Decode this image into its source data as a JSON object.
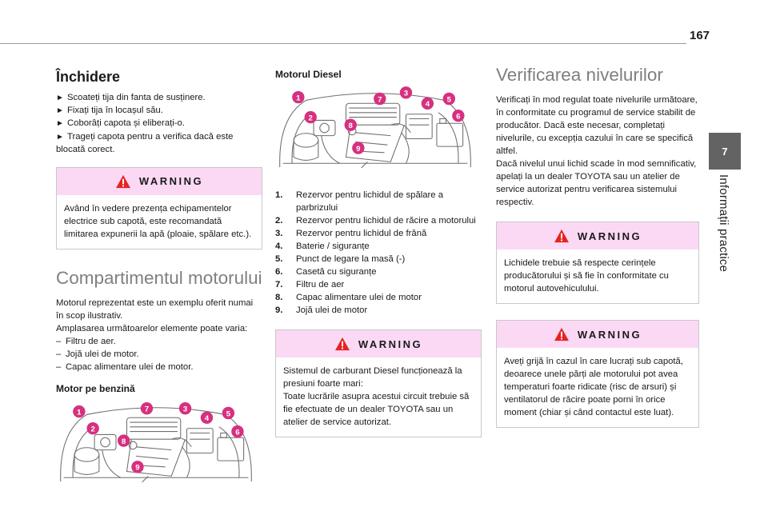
{
  "header": {
    "page_number": "167"
  },
  "side_tab": {
    "number": "7",
    "title": "Informații practice"
  },
  "closing": {
    "title": "Închidere",
    "steps": [
      "Scoateți tija din fanta de susținere.",
      "Fixați tija în locașul său.",
      "Coborâți capota și eliberați-o.",
      "Trageți capota pentru a verifica dacă este blocată corect."
    ],
    "warning_title": "WARNING",
    "warning_text": "Având în vedere prezența echipamentelor electrice sub capotă, este recomandată limitarea expunerii la apă (ploaie, spălare etc.)."
  },
  "engine_compartment": {
    "title": "Compartimentul motorului",
    "intro_1": "Motorul reprezentat este un exemplu oferit numai în scop ilustrativ.",
    "intro_2": "Amplasarea următoarelor elemente poate varia:",
    "variable_items": [
      "Filtru de aer.",
      "Jojă ulei de motor.",
      "Capac alimentare ulei de motor."
    ],
    "petrol_title": "Motor pe benzină",
    "diesel_title": "Motorul Diesel",
    "marker_labels": [
      "1",
      "2",
      "3",
      "4",
      "5",
      "6",
      "7",
      "8",
      "9"
    ],
    "parts": [
      {
        "n": "1.",
        "label": "Rezervor pentru lichidul de spălare a parbrizului"
      },
      {
        "n": "2.",
        "label": "Rezervor pentru lichidul de răcire a motorului"
      },
      {
        "n": "3.",
        "label": "Rezervor pentru lichidul de frână"
      },
      {
        "n": "4.",
        "label": "Baterie / siguranțe"
      },
      {
        "n": "5.",
        "label": "Punct de legare la masă (-)"
      },
      {
        "n": "6.",
        "label": "Casetă cu siguranțe"
      },
      {
        "n": "7.",
        "label": "Filtru de aer"
      },
      {
        "n": "8.",
        "label": "Capac alimentare ulei de motor"
      },
      {
        "n": "9.",
        "label": "Jojă ulei de motor"
      }
    ],
    "warning_title": "WARNING",
    "warning_text_1": "Sistemul de carburant Diesel funcționează la presiuni foarte mari:",
    "warning_text_2": "Toate lucrările asupra acestui circuit trebuie să fie efectuate de un dealer TOYOTA sau un atelier de service autorizat."
  },
  "levels": {
    "title": "Verificarea nivelurilor",
    "intro_1": "Verificați în mod regulat toate nivelurile următoare, în conformitate cu programul de service stabilit de producător. Dacă este necesar, completați nivelurile, cu excepția cazului în care se specifică altfel.",
    "intro_2": "Dacă nivelul unui lichid scade în mod semnificativ, apelați la un dealer TOYOTA sau un atelier de service autorizat pentru verificarea sistemului respectiv.",
    "warning_1_title": "WARNING",
    "warning_1_text": "Lichidele trebuie să respecte cerințele producătorului și să fie în conformitate cu motorul autovehiculului.",
    "warning_2_title": "WARNING",
    "warning_2_text": "Aveți grijă în cazul în care lucrați sub capotă, deoarece unele părți ale motorului pot avea temperaturi foarte ridicate (risc de arsuri) și ventilatorul de răcire poate porni în orice moment (chiar și când contactul este luat)."
  },
  "colors": {
    "warning_band": "#fbd9f5",
    "marker": "#d6307f",
    "heading_grey": "#7f7f7f",
    "tab": "#636363"
  }
}
